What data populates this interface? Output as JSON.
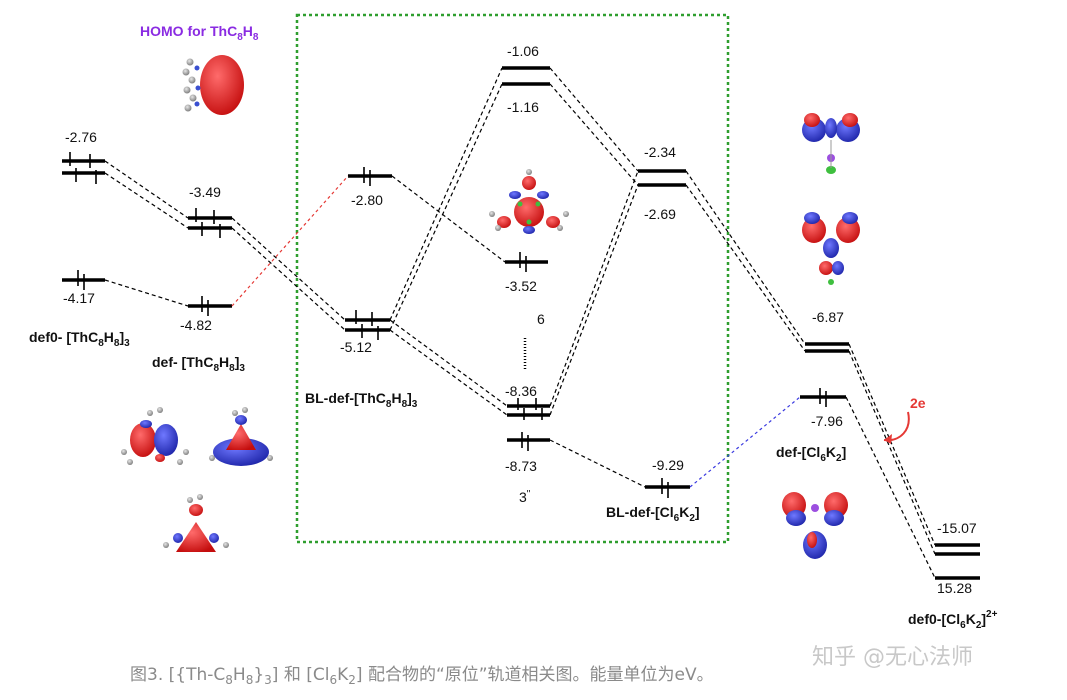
{
  "homo_label": {
    "pre": "HOMO for ThC",
    "s1": "8",
    "mid": "H",
    "s2": "8"
  },
  "energies": {
    "e_276": "-2.76",
    "e_349": "-3.49",
    "e_417": "-4.17",
    "e_482": "-4.82",
    "e_280": "-2.80",
    "e_512": "-5.12",
    "e_106": "-1.06",
    "e_116": "-1.16",
    "e_352": "-3.52",
    "e_836": "-8.36",
    "e_873": "-8.73",
    "e_234": "-2.34",
    "e_269": "-2.69",
    "e_929": "-9.29",
    "e_687": "-6.87",
    "e_796": "-7.96",
    "e_1507": "-15.07",
    "e_1528": "15.28"
  },
  "names": {
    "def0_thc": {
      "pre": "def0- [ThC",
      "s1": "8",
      "mid": "H",
      "s2": "8",
      "post": "]",
      "s3": "3"
    },
    "def_thc": {
      "pre": "def- [ThC",
      "s1": "8",
      "mid": "H",
      "s2": "8",
      "post": "]",
      "s3": "3"
    },
    "bl_def_thc": {
      "pre": "BL-def-[ThC",
      "s1": "8",
      "mid": "H",
      "s2": "8",
      "post": "]",
      "s3": "3"
    },
    "bl_def_clk": {
      "pre": "BL-def-[Cl",
      "s1": "6",
      "mid": "K",
      "s2": "2",
      "post": "]"
    },
    "def_clk": {
      "pre": "def-[Cl",
      "s1": "6",
      "mid": "K",
      "s2": "2",
      "post": "]"
    },
    "def0_clk": {
      "pre": "def0-[Cl",
      "s1": "6",
      "mid": "K",
      "s2": "2",
      "post": "]",
      "sup": "2+"
    }
  },
  "annotations": {
    "six": "6",
    "three": "3",
    "two_e": "2e"
  },
  "caption": {
    "p1": "图3. [{Th-C",
    "s1": "8",
    "p2": "H",
    "s2": "8",
    "p3": "}",
    "s3": "3",
    "p4": "] 和 [Cl",
    "s4": "6",
    "p5": "K",
    "s5": "2",
    "p6": "] 配合物的“原位”轨道相关图。能量单位为eV。"
  },
  "watermark": "知乎 @无心法师",
  "colors": {
    "red_link": "#e53935",
    "blue_link": "#3a3ae0",
    "box": "#2e9e2e",
    "lobe_red": "#e02020",
    "lobe_blue": "#2a34c8"
  }
}
